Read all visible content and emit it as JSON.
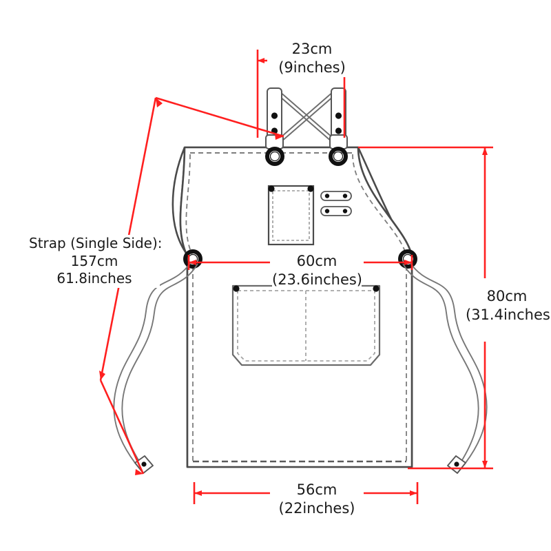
{
  "diagram": {
    "title": "Apron Measurement Diagram",
    "subject": "bib-apron",
    "colors": {
      "dimension_line": "#FF1f1f",
      "outline": "#4a4a4a",
      "stitch": "#8a8a8a",
      "hardware": "#111111",
      "background": "#ffffff"
    }
  },
  "dimensions": {
    "strap_width_top": {
      "name": "strap-width",
      "cm": "23cm",
      "inches": "(9inches)"
    },
    "strap_length": {
      "name": "strap-length",
      "title": "Strap (Single Side):",
      "cm": "157cm",
      "inches": "61.8inches"
    },
    "waist_width": {
      "name": "waist-width",
      "cm": "60cm",
      "inches": "(23.6inches)"
    },
    "body_height": {
      "name": "body-height",
      "cm": "80cm",
      "inches": "(31.4inches)"
    },
    "hem_width": {
      "name": "hem-width",
      "cm": "56cm",
      "inches": "(22inches)"
    }
  },
  "parts": {
    "bib": "bib-panel",
    "skirt": "skirt-panel",
    "chest_pocket": "chest-pocket",
    "front_pocket": "front-pocket",
    "pen_loop_upper": "pen-loop-upper",
    "pen_loop_lower": "pen-loop-lower",
    "strap_left": "cross-back-strap-left",
    "strap_right": "cross-back-strap-right",
    "waist_tie_left": "waist-tie-left",
    "waist_tie_right": "waist-tie-right",
    "grommet_neck_left": "grommet-neck-left",
    "grommet_neck_right": "grommet-neck-right",
    "grommet_waist_left": "grommet-waist-left",
    "grommet_waist_right": "grommet-waist-right",
    "tip_left": "strap-tip-left",
    "tip_right": "strap-tip-right"
  }
}
